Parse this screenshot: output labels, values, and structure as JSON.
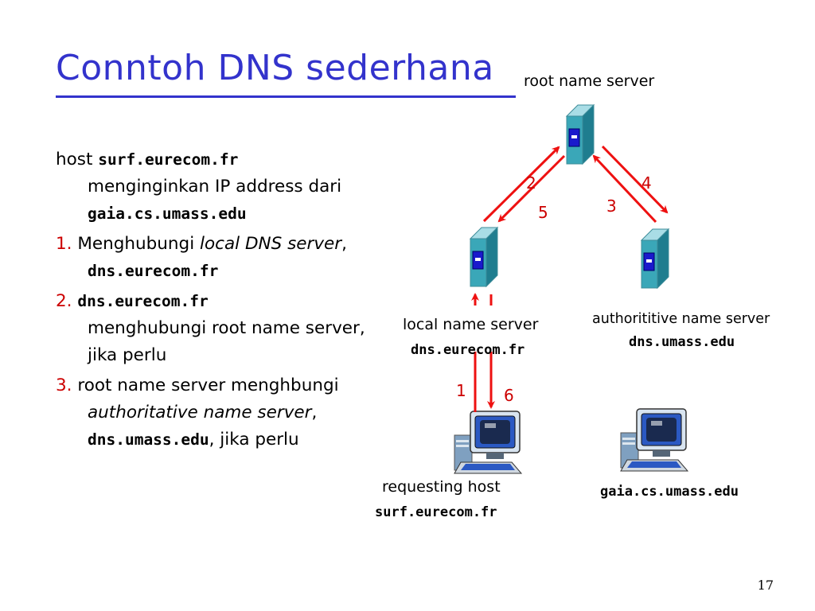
{
  "title": "Conntoh DNS sederhana",
  "body": {
    "p1": {
      "a": "host ",
      "b": "surf.eurecom.fr",
      "c": "menginginkan IP address dari ",
      "d": "gaia.cs.umass.edu"
    },
    "p2": {
      "num": "1.",
      "a": " Menghubungi ",
      "b": "local DNS server",
      "c": ", ",
      "d": "dns.eurecom.fr"
    },
    "p3": {
      "num": "2.",
      "a": "dns.eurecom.fr",
      "b": " menghubungi root name server, jika perlu"
    },
    "p4": {
      "num": "3.",
      "a": " root name server menghbungi ",
      "b": "authoritative name server",
      "c": ", ",
      "d": "dns.umass.edu",
      "e": ", jika perlu"
    }
  },
  "diagram": {
    "root_label": "root name server",
    "local_label": "local name server",
    "local_host": "dns.eurecom.fr",
    "auth_label": "authorititive name server",
    "auth_host": "dns.umass.edu",
    "req_label": "requesting host",
    "req_host": "surf.eurecom.fr",
    "target_host": "gaia.cs.umass.edu",
    "steps": [
      "1",
      "2",
      "3",
      "4",
      "5",
      "6"
    ],
    "arrow_color": "#ee1111",
    "server_color": "#2a8fa0"
  },
  "page_number": "17"
}
